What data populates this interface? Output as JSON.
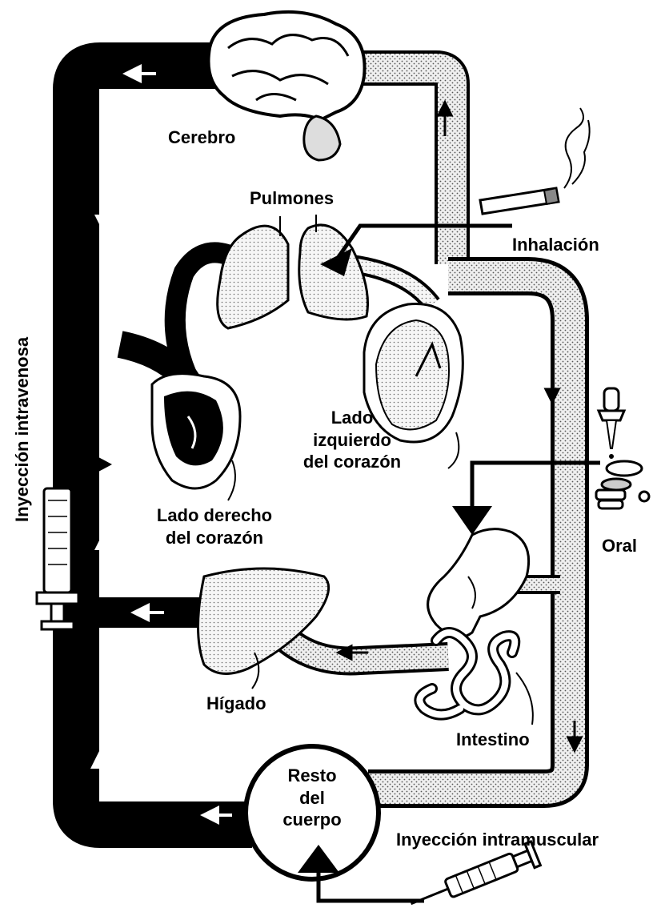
{
  "diagram": {
    "labels": {
      "brain": "Cerebro",
      "lungs": "Pulmones",
      "inhalation": "Inhalación",
      "left_heart": [
        "Lado",
        "izquierdo",
        "del corazón"
      ],
      "right_heart": [
        "Lado derecho",
        "del corazón"
      ],
      "oral": "Oral",
      "liver": "Hígado",
      "intestine": "Intestino",
      "rest_of_body": [
        "Resto",
        "del",
        "cuerpo"
      ],
      "im_injection": "Inyección intramuscular",
      "iv_injection": "Inyección intravenosa"
    },
    "colors": {
      "venous": "#000000",
      "arterial_fill": "#e9e9e9",
      "organ_fill": "#f3f3f3",
      "stroke": "#000000"
    },
    "icons": [
      "brain-icon",
      "lungs-icon",
      "heart-icon",
      "cigarette-icon",
      "dropper-icon",
      "pills-icon",
      "stomach-icon",
      "liver-icon",
      "intestine-icon",
      "syringe-icon"
    ]
  }
}
